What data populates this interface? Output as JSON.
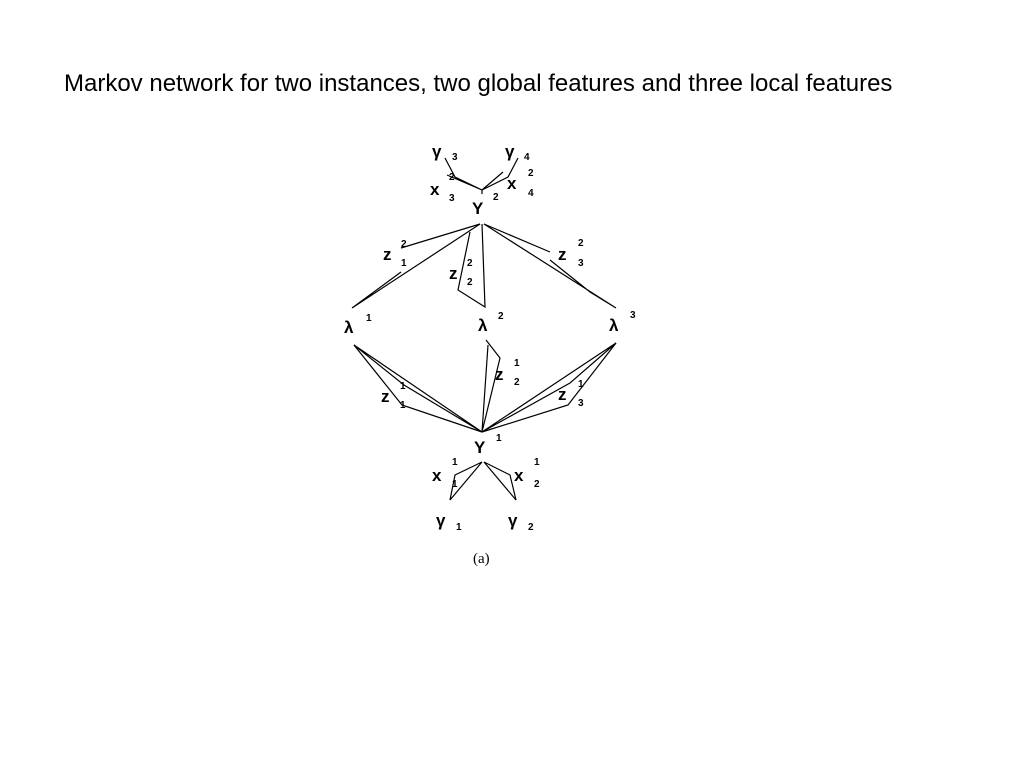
{
  "slide": {
    "title": "Markov network for two instances, two global features and three local features"
  },
  "diagram": {
    "caption": "(a)",
    "nodes": [
      {
        "id": "gamma3",
        "main": "γ",
        "sup": "",
        "sub": "3"
      },
      {
        "id": "gamma4",
        "main": "γ",
        "sup": "",
        "sub": "4"
      },
      {
        "id": "x3_2",
        "main": "x",
        "sup": "2",
        "sub": "3"
      },
      {
        "id": "x4_2",
        "main": "x",
        "sup": "2",
        "sub": "4"
      },
      {
        "id": "Y2",
        "main": "Y",
        "sup": "2",
        "sub": ""
      },
      {
        "id": "z1_2",
        "main": "z",
        "sup": "2",
        "sub": "1"
      },
      {
        "id": "z2_2",
        "main": "z",
        "sup": "2",
        "sub": "2"
      },
      {
        "id": "z3_2",
        "main": "z",
        "sup": "2",
        "sub": "3"
      },
      {
        "id": "lambda1",
        "main": "λ",
        "sup": "1",
        "sub": ""
      },
      {
        "id": "lambda2",
        "main": "λ",
        "sup": "2",
        "sub": ""
      },
      {
        "id": "lambda3",
        "main": "λ",
        "sup": "3",
        "sub": ""
      },
      {
        "id": "z2_1",
        "main": "z",
        "sup": "1",
        "sub": "2"
      },
      {
        "id": "z1_1",
        "main": "z",
        "sup": "1",
        "sub": "1"
      },
      {
        "id": "z3_1",
        "main": "z",
        "sup": "1",
        "sub": "3"
      },
      {
        "id": "Y1",
        "main": "Y",
        "sup": "1",
        "sub": ""
      },
      {
        "id": "x1_1",
        "main": "x",
        "sup": "1",
        "sub": "1"
      },
      {
        "id": "x2_1",
        "main": "x",
        "sup": "1",
        "sub": "2"
      },
      {
        "id": "gamma1",
        "main": "γ",
        "sup": "",
        "sub": "1"
      },
      {
        "id": "gamma2",
        "main": "γ",
        "sup": "",
        "sub": "2"
      }
    ]
  }
}
